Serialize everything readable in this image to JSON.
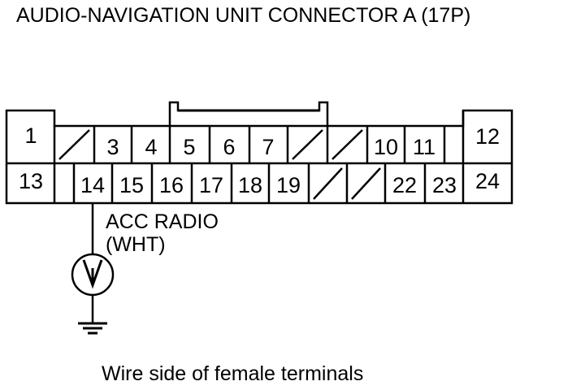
{
  "title": "AUDIO-NAVIGATION UNIT CONNECTOR A (17P)",
  "caption": "Wire side of female terminals",
  "connector": {
    "row1_terminals": [
      "1",
      "3",
      "4",
      "5",
      "6",
      "7",
      "10",
      "11",
      "12"
    ],
    "row2_terminals": [
      "13",
      "14",
      "15",
      "16",
      "17",
      "18",
      "19",
      "22",
      "23",
      "24"
    ]
  },
  "wire": {
    "terminal": "14",
    "signal": "ACC RADIO",
    "color": "(WHT)"
  },
  "voltmeter_symbol": "V",
  "symbols": [
    "voltmeter-icon",
    "ground-icon"
  ]
}
